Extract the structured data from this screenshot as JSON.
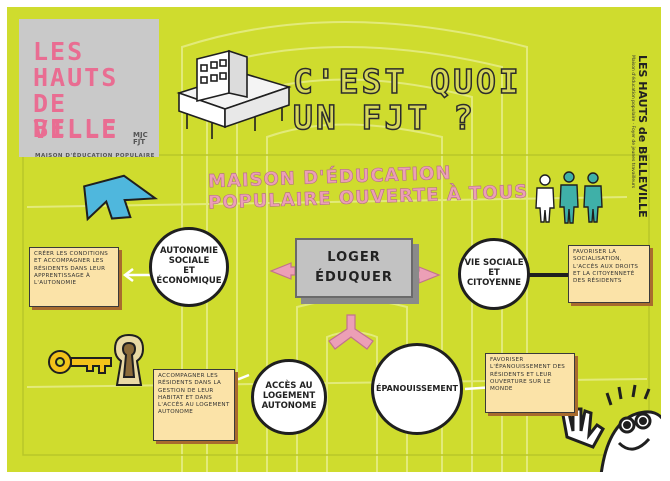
{
  "logo": {
    "lines": [
      "LES",
      "HAUTS",
      "DE BELLE",
      "VILLE"
    ],
    "sub": "MJC FJT",
    "tagline": "MAISON D'ÉDUCATION POPULAIRE"
  },
  "heading": {
    "line1": "C'EST QUOI",
    "line2": "UN FJT ?"
  },
  "brand": {
    "main": "LES HAUTS de BELLEVILLE",
    "sub": "Maison d'éducation populaire · Foyer de jeunes travailleurs"
  },
  "subtitle": {
    "line1": "MAISON D'ÉDUCATION",
    "line2": "POPULAIRE OUVERTE À TOUS"
  },
  "center": {
    "line1": "LOGER",
    "line2": "ÉDUQUER"
  },
  "circles": {
    "autonomie": [
      "AUTONOMIE",
      "SOCIALE",
      "ET",
      "ÉCONOMIQUE"
    ],
    "vie_sociale": [
      "VIE SOCIALE",
      "ET CITOYENNE"
    ],
    "acces": [
      "ACCÈS AU",
      "LOGEMENT",
      "AUTONOME"
    ],
    "epanouissement": [
      "ÉPANOUISSEMENT"
    ]
  },
  "notes": {
    "autonomie": "CRÉER LES CONDITIONS ET ACCOMPAGNER LES RÉSIDENTS DANS LEUR APPRENTISSAGE À L'AUTONOMIE",
    "vie_sociale": "FAVORISER LA SOCIALISATION, L'ACCÈS AUX DROITS ET LA CITOYENNETÉ DES RÉSIDENTS",
    "acces": "ACCOMPAGNER LES RÉSIDENTS DANS LA GESTION DE LEUR HABITAT ET DANS L'ACCÈS AU LOGEMENT AUTONOME",
    "epanouissement": "FAVORISER L'ÉPANOUISSEMENT DES RÉSIDENTS ET LEUR OUVERTURE SUR LE MONDE"
  },
  "colors": {
    "background": "#cfdc2e",
    "pink": "#e96d92",
    "note": "#fbe3a8",
    "arrow_blue": "#4fb7dd",
    "figure_teal": "#3fb0a8"
  },
  "icons": [
    "building-icon",
    "arrow-down-left-icon",
    "people-icon",
    "key-icon",
    "keyhole-icon",
    "waving-character-icon"
  ]
}
